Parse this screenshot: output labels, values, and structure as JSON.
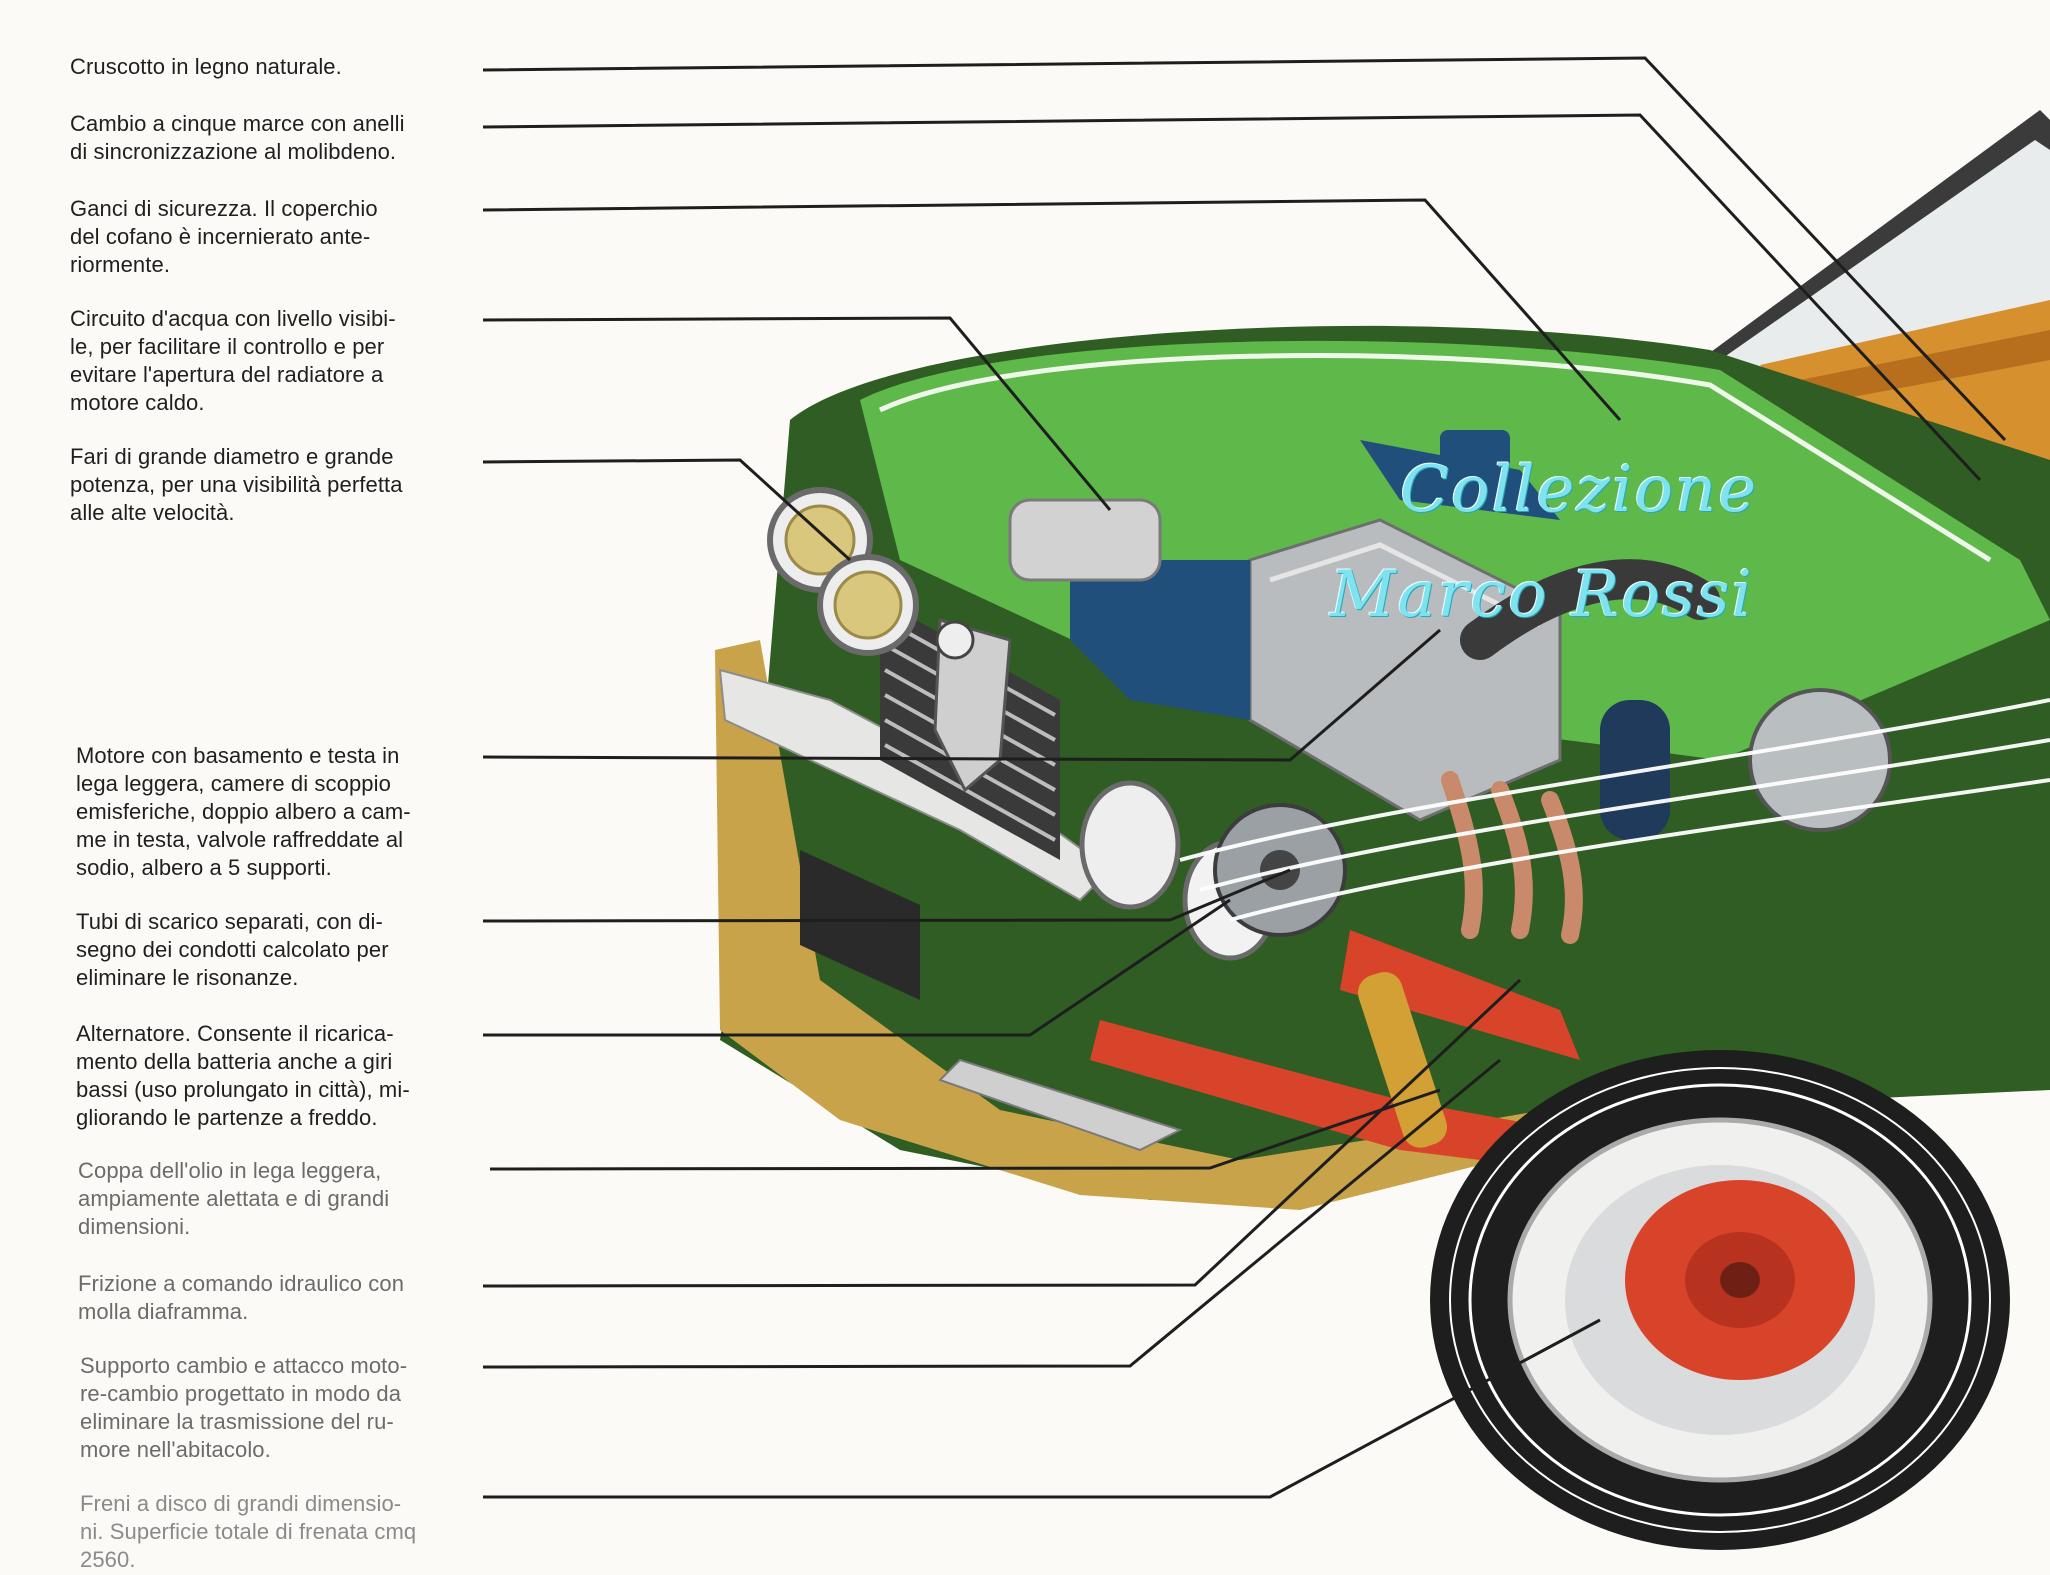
{
  "captions": [
    "Cruscotto in legno naturale.",
    "Cambio a cinque marce con anelli\ndi sincronizzazione al molibdeno.",
    "Ganci di sicurezza. Il coperchio\ndel cofano è incernierato ante-\nriormente.",
    "Circuito d'acqua con livello visibi-\nle, per facilitare il controllo e per\nevitare l'apertura del radiatore a\nmotore caldo.",
    "Fari di grande diametro e grande\npotenza, per una visibilità perfetta\nalle alte velocità.",
    "Motore con basamento e testa in\nlega leggera, camere di scoppio\nemisferiche, doppio albero a cam-\nme in testa, valvole raffreddate al\nsodio, albero a 5 supporti.",
    "Tubi di scarico separati, con di-\nsegno dei condotti calcolato per\neliminare le risonanze.",
    "Alternatore. Consente il ricarica-\nmento della batteria anche a giri\nbassi (uso prolungato in città), mi-\ngliorando le partenze a freddo.",
    "Coppa dell'olio in lega leggera,\nampiamente alettata e di grandi\ndimensioni.",
    "Frizione a comando idraulico con\nmolla diaframma.",
    "Supporto cambio e attacco moto-\nre-cambio progettato in modo da\neliminare la trasmissione del ru-\nmore nell'abitacolo.",
    "Freni a disco di grandi dimensio-\nni. Superficie totale di frenata cmq\n2560."
  ],
  "watermark": {
    "line1": "Collezione",
    "line2": "Marco Rossi"
  },
  "colors": {
    "hood_green": "#5fb84a",
    "body_green": "#2f5d23",
    "engine_blue": "#1f4f7a",
    "suspension_red": "#d8442a",
    "shock_gold": "#d2a035",
    "bumper_gold": "#c9a34a"
  }
}
